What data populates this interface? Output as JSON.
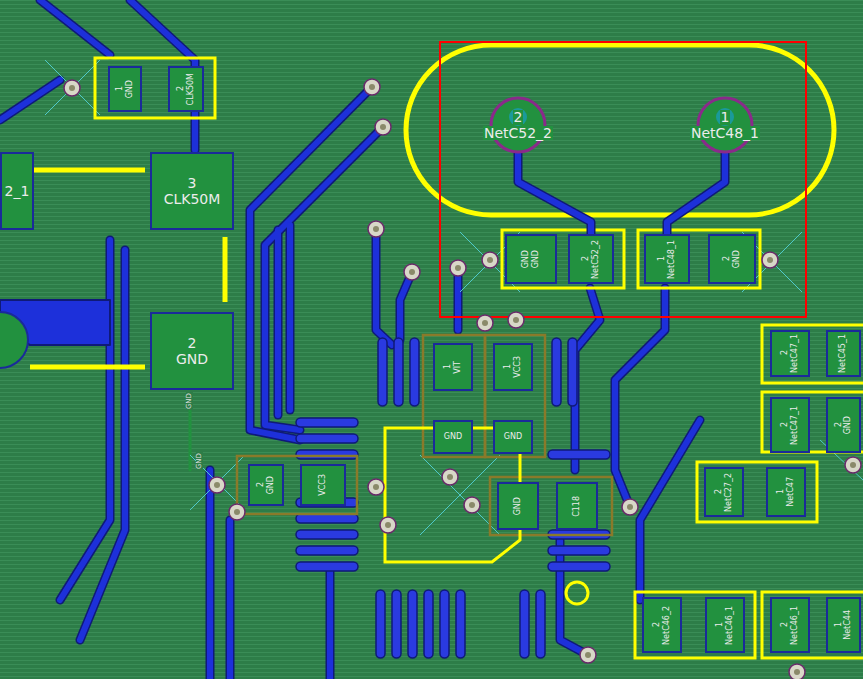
{
  "diagram": {
    "nodes": [
      {
        "text": [
          "1",
          "GND"
        ]
      },
      {
        "text": [
          "2",
          "CLK50M"
        ]
      },
      {
        "text": [
          "2_1"
        ]
      },
      {
        "text": [
          "3",
          "CLK50M"
        ]
      },
      {
        "text": [
          "2",
          "GND"
        ]
      },
      {
        "text": [
          "2",
          "NetC52_2"
        ]
      },
      {
        "text": [
          "1",
          "NetC48_1"
        ]
      },
      {
        "text": [
          "GND",
          "GND"
        ]
      },
      {
        "text": [
          "2",
          "NetC52_2"
        ]
      },
      {
        "text": [
          "1",
          "NetC48_1"
        ]
      },
      {
        "text": [
          "2",
          "GND"
        ]
      },
      {
        "text": [
          "2",
          "NetC47_1"
        ]
      },
      {
        "text": [
          "NetC45_1"
        ]
      },
      {
        "text": [
          "2",
          "NetC47_1"
        ]
      },
      {
        "text": [
          "2",
          "GND"
        ]
      },
      {
        "text": [
          "2",
          "NetC27_2"
        ]
      },
      {
        "text": [
          "1",
          "NetC47"
        ]
      },
      {
        "text": [
          "2",
          "NetC46_2"
        ]
      },
      {
        "text": [
          "1",
          "NetC46_1"
        ]
      },
      {
        "text": [
          "2",
          "NetC46_1"
        ]
      },
      {
        "text": [
          "1",
          "NetC44"
        ]
      },
      {
        "text": [
          "1",
          "VIT"
        ]
      },
      {
        "text": [
          "GND"
        ]
      },
      {
        "text": [
          "1",
          "VCC3"
        ]
      },
      {
        "text": [
          "GND"
        ]
      },
      {
        "text": [
          "2",
          "GND"
        ]
      },
      {
        "text": [
          "VCC3"
        ]
      },
      {
        "text": [
          "GND"
        ]
      },
      {
        "text": [
          "C118"
        ]
      }
    ],
    "edges": [
      {
        "from": 5,
        "to": 8,
        "arrow": "none"
      },
      {
        "from": 6,
        "to": 9,
        "arrow": "none"
      }
    ],
    "labels": [
      "GND",
      "GND"
    ]
  }
}
